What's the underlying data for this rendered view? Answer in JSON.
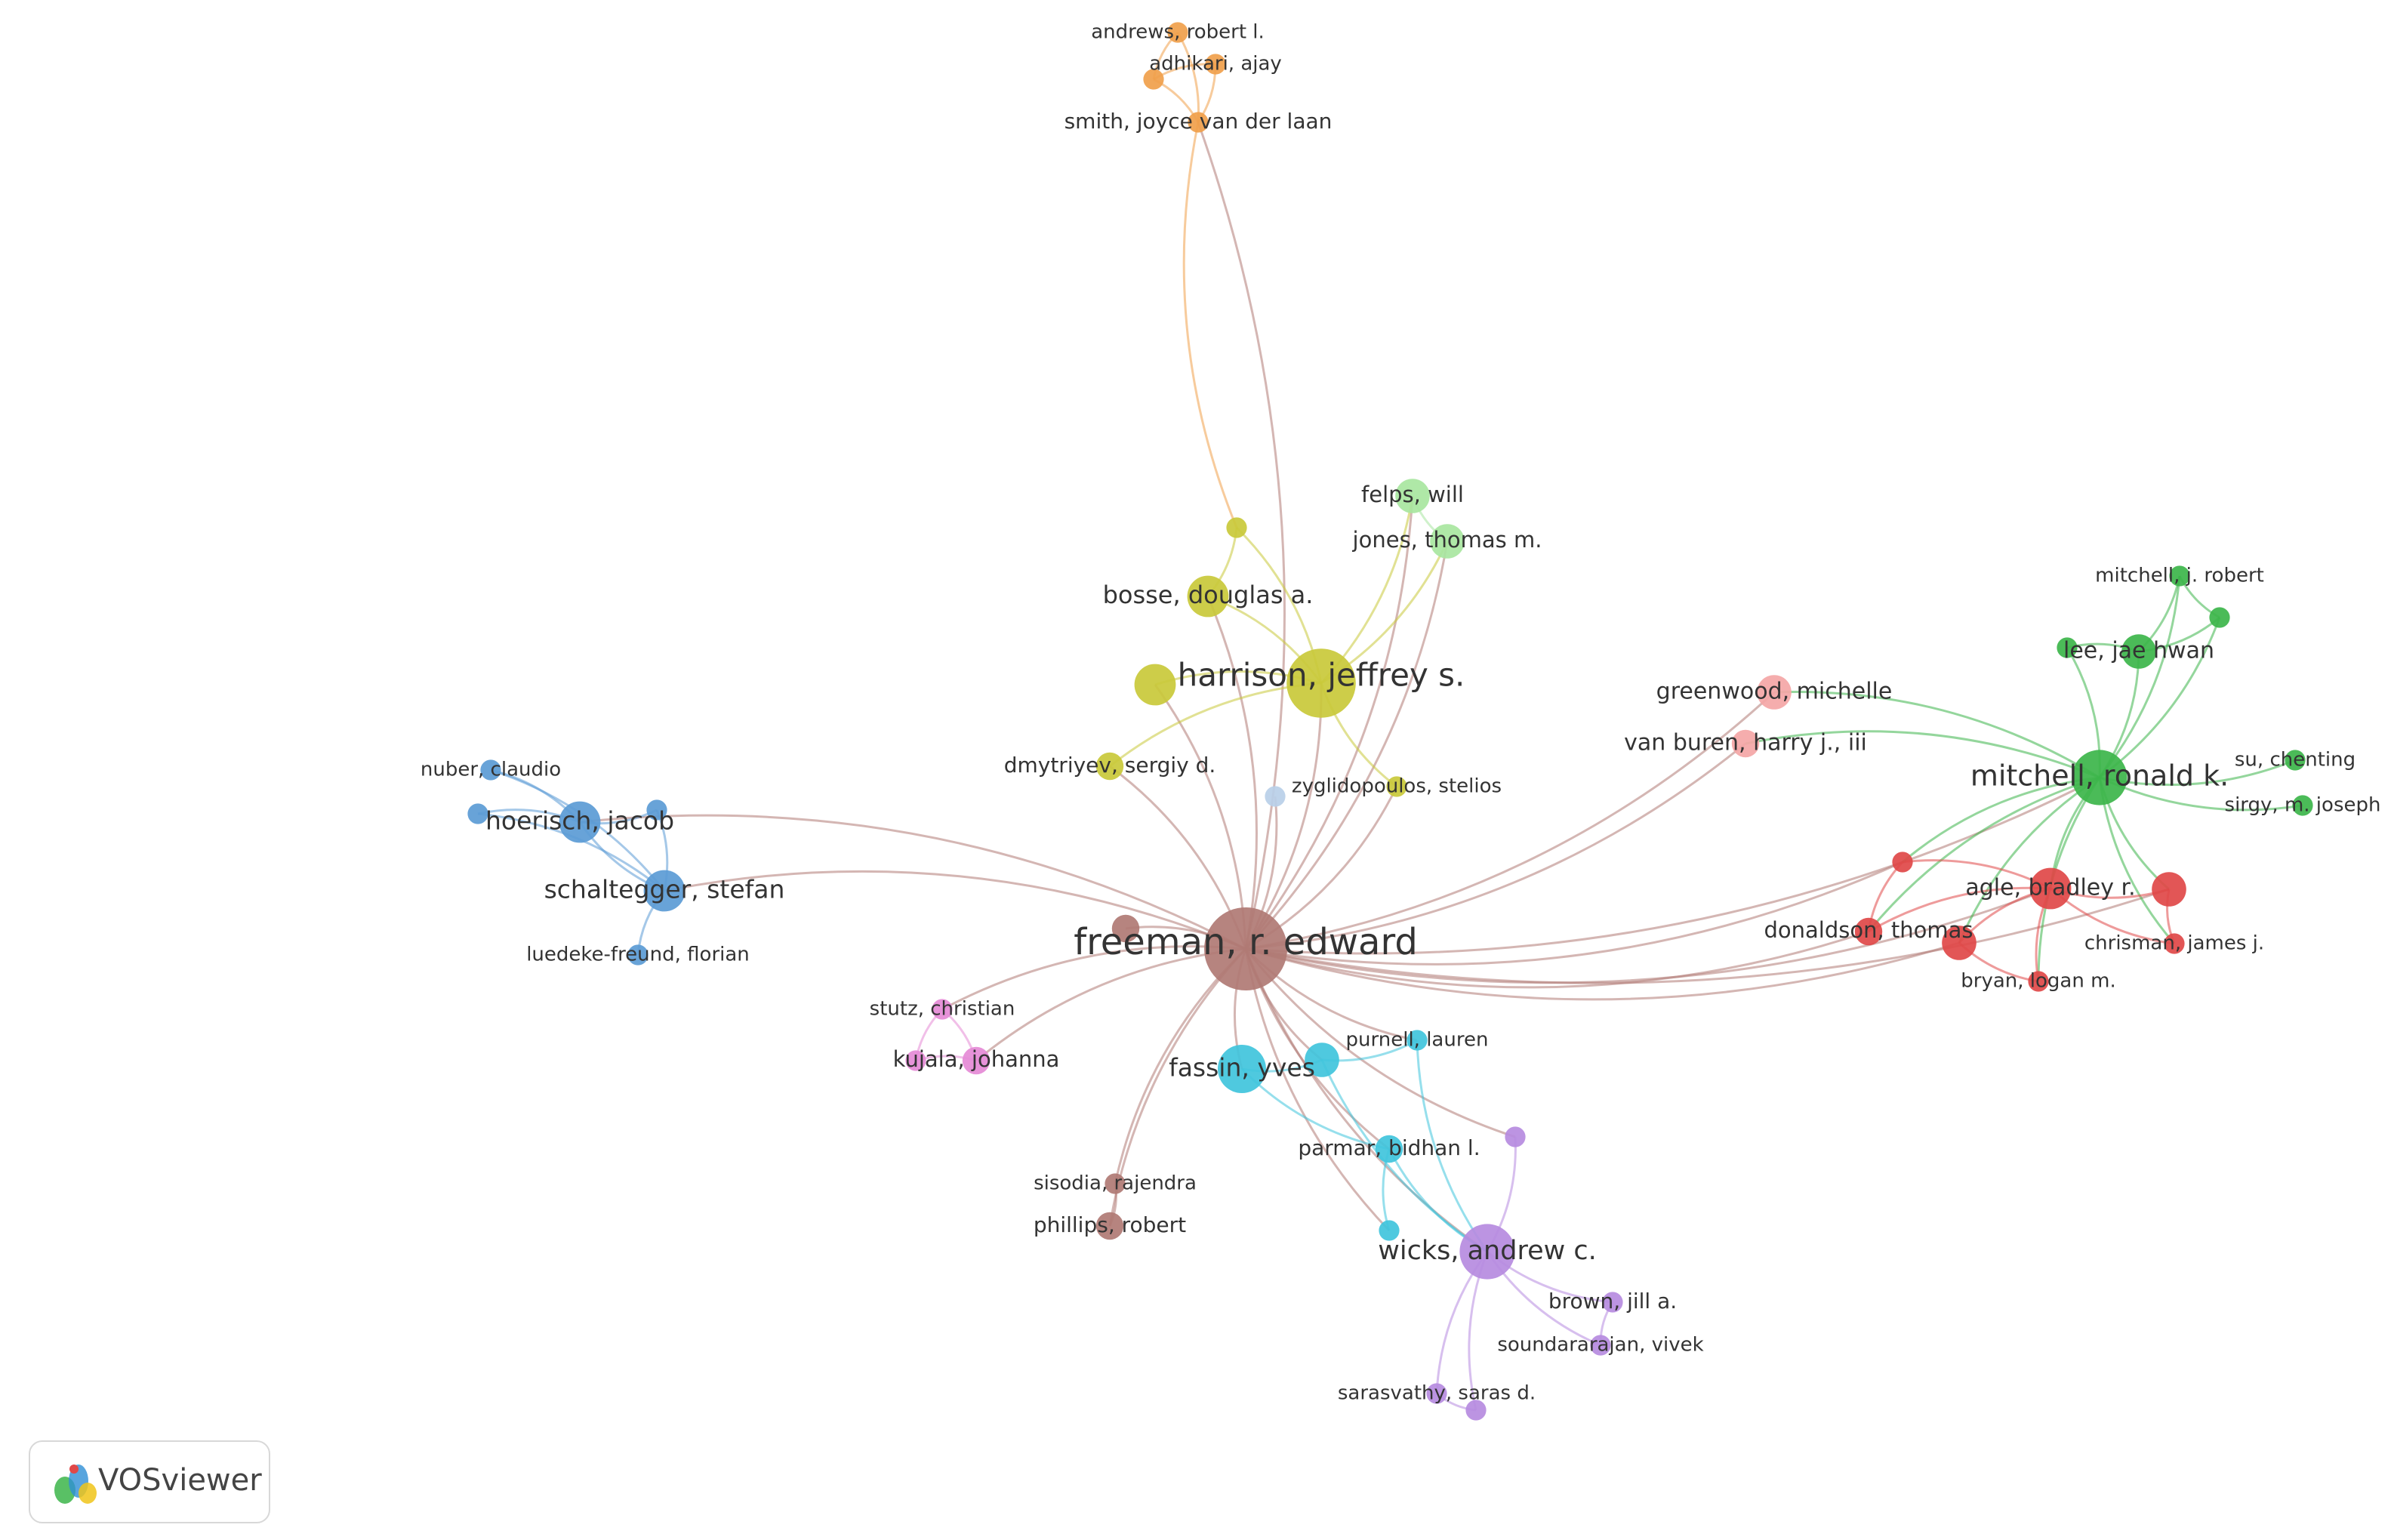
{
  "brand": {
    "name": "VOSviewer"
  },
  "palette": {
    "brown": "#b07a74",
    "yellow": "#c9c93a",
    "orange": "#f0a04b",
    "lightgreen": "#a8e6a0",
    "blue": "#5b9bd5",
    "green": "#3cb54a",
    "red": "#e04848",
    "pink": "#f4a6a6",
    "cyan": "#40c4dc",
    "purple": "#b68be0",
    "magenta": "#e58ad6",
    "lightblue": "#b9cfe8"
  },
  "network": {
    "clusters": [
      {
        "id": "c-brown",
        "color": "brown"
      },
      {
        "id": "c-yellow",
        "color": "yellow"
      },
      {
        "id": "c-orange",
        "color": "orange"
      },
      {
        "id": "c-lightgreen",
        "color": "lightgreen"
      },
      {
        "id": "c-blue",
        "color": "blue"
      },
      {
        "id": "c-green",
        "color": "green"
      },
      {
        "id": "c-red",
        "color": "red"
      },
      {
        "id": "c-pink",
        "color": "pink"
      },
      {
        "id": "c-cyan",
        "color": "cyan"
      },
      {
        "id": "c-purple",
        "color": "purple"
      },
      {
        "id": "c-magenta",
        "color": "magenta"
      },
      {
        "id": "c-lightblue",
        "color": "lightblue"
      }
    ],
    "nodes": [
      {
        "id": "freeman",
        "label": "freeman, r. edward",
        "color": "brown",
        "weight": 10
      },
      {
        "id": "brown-small",
        "label": "",
        "color": "brown",
        "weight": 2
      },
      {
        "id": "sisodia",
        "label": "sisodia, rajendra",
        "color": "brown",
        "weight": 1
      },
      {
        "id": "phillips",
        "label": "phillips, robert",
        "color": "brown",
        "weight": 2
      },
      {
        "id": "harrison",
        "label": "harrison, jeffrey s.",
        "color": "yellow",
        "weight": 8
      },
      {
        "id": "bosse",
        "label": "bosse, douglas a.",
        "color": "yellow",
        "weight": 4
      },
      {
        "id": "yellow-mid",
        "label": "",
        "color": "yellow",
        "weight": 4
      },
      {
        "id": "dmytriyev",
        "label": "dmytriyev, sergiy d.",
        "color": "yellow",
        "weight": 2
      },
      {
        "id": "yellow-top",
        "label": "",
        "color": "yellow",
        "weight": 1
      },
      {
        "id": "zyglidopoulos",
        "label": "zyglidopoulos, stelios",
        "color": "yellow",
        "weight": 1
      },
      {
        "id": "felps",
        "label": "felps, will",
        "color": "lightgreen",
        "weight": 3
      },
      {
        "id": "jones",
        "label": "jones, thomas m.",
        "color": "lightgreen",
        "weight": 3
      },
      {
        "id": "andrews",
        "label": "andrews, robert l.",
        "color": "orange",
        "weight": 1
      },
      {
        "id": "adhikari",
        "label": "adhikari, ajay",
        "color": "orange",
        "weight": 1
      },
      {
        "id": "orange-small",
        "label": "",
        "color": "orange",
        "weight": 1
      },
      {
        "id": "smith",
        "label": "smith, joyce van der laan",
        "color": "orange",
        "weight": 1
      },
      {
        "id": "nuber",
        "label": "nuber, claudio",
        "color": "blue",
        "weight": 1
      },
      {
        "id": "blue-a",
        "label": "",
        "color": "blue",
        "weight": 1
      },
      {
        "id": "blue-b",
        "label": "",
        "color": "blue",
        "weight": 1
      },
      {
        "id": "hoerisch",
        "label": "hoerisch, jacob",
        "color": "blue",
        "weight": 4
      },
      {
        "id": "schaltegger",
        "label": "schaltegger, stefan",
        "color": "blue",
        "weight": 4
      },
      {
        "id": "luedeke",
        "label": "luedeke-freund, florian",
        "color": "blue",
        "weight": 1
      },
      {
        "id": "mitchell-ronald",
        "label": "mitchell, ronald k.",
        "color": "green",
        "weight": 6
      },
      {
        "id": "lee",
        "label": "lee, jae hwan",
        "color": "green",
        "weight": 3
      },
      {
        "id": "green-left",
        "label": "",
        "color": "green",
        "weight": 1
      },
      {
        "id": "mitchell-robert",
        "label": "mitchell, j. robert",
        "color": "green",
        "weight": 1
      },
      {
        "id": "green-right",
        "label": "",
        "color": "green",
        "weight": 1
      },
      {
        "id": "su",
        "label": "su, chenting",
        "color": "green",
        "weight": 1
      },
      {
        "id": "sirgy",
        "label": "sirgy, m. joseph",
        "color": "green",
        "weight": 1
      },
      {
        "id": "greenwood",
        "label": "greenwood, michelle",
        "color": "pink",
        "weight": 3
      },
      {
        "id": "vanburen",
        "label": "van buren, harry j., iii",
        "color": "pink",
        "weight": 2
      },
      {
        "id": "agle",
        "label": "agle, bradley r.",
        "color": "red",
        "weight": 4
      },
      {
        "id": "red-top",
        "label": "",
        "color": "red",
        "weight": 1
      },
      {
        "id": "red-right",
        "label": "",
        "color": "red",
        "weight": 3
      },
      {
        "id": "donaldson",
        "label": "donaldson, thomas",
        "color": "red",
        "weight": 2
      },
      {
        "id": "red-mid",
        "label": "",
        "color": "red",
        "weight": 3
      },
      {
        "id": "chrisman",
        "label": "chrisman, james j.",
        "color": "red",
        "weight": 1
      },
      {
        "id": "bryan",
        "label": "bryan, logan m.",
        "color": "red",
        "weight": 1
      },
      {
        "id": "fassin",
        "label": "fassin, yves",
        "color": "cyan",
        "weight": 5
      },
      {
        "id": "cyan-right",
        "label": "",
        "color": "cyan",
        "weight": 3
      },
      {
        "id": "purnell",
        "label": "purnell, lauren",
        "color": "cyan",
        "weight": 1
      },
      {
        "id": "parmar",
        "label": "parmar, bidhan l.",
        "color": "cyan",
        "weight": 2
      },
      {
        "id": "cyan-low",
        "label": "",
        "color": "cyan",
        "weight": 1
      },
      {
        "id": "wicks",
        "label": "wicks, andrew c.",
        "color": "purple",
        "weight": 6
      },
      {
        "id": "purple-top",
        "label": "",
        "color": "purple",
        "weight": 1
      },
      {
        "id": "brown-jill",
        "label": "brown, jill a.",
        "color": "purple",
        "weight": 1
      },
      {
        "id": "soundararajan",
        "label": "soundararajan, vivek",
        "color": "purple",
        "weight": 1
      },
      {
        "id": "sarasvathy",
        "label": "sarasvathy, saras d.",
        "color": "purple",
        "weight": 1
      },
      {
        "id": "purple-low",
        "label": "",
        "color": "purple",
        "weight": 1
      },
      {
        "id": "stutz",
        "label": "stutz, christian",
        "color": "magenta",
        "weight": 1
      },
      {
        "id": "kujala",
        "label": "kujala, johanna",
        "color": "magenta",
        "weight": 2
      },
      {
        "id": "magenta-small",
        "label": "",
        "color": "magenta",
        "weight": 1
      },
      {
        "id": "lightblue-node",
        "label": "",
        "color": "lightblue",
        "weight": 1
      }
    ],
    "edges": [
      [
        "freeman",
        "harrison"
      ],
      [
        "freeman",
        "bosse"
      ],
      [
        "freeman",
        "yellow-mid"
      ],
      [
        "freeman",
        "dmytriyev"
      ],
      [
        "freeman",
        "zyglidopoulos"
      ],
      [
        "freeman",
        "felps"
      ],
      [
        "freeman",
        "jones"
      ],
      [
        "freeman",
        "smith"
      ],
      [
        "freeman",
        "hoerisch"
      ],
      [
        "freeman",
        "schaltegger"
      ],
      [
        "freeman",
        "mitchell-ronald"
      ],
      [
        "freeman",
        "agle"
      ],
      [
        "freeman",
        "donaldson"
      ],
      [
        "freeman",
        "red-mid"
      ],
      [
        "freeman",
        "greenwood"
      ],
      [
        "freeman",
        "vanburen"
      ],
      [
        "freeman",
        "fassin"
      ],
      [
        "freeman",
        "cyan-right"
      ],
      [
        "freeman",
        "purnell"
      ],
      [
        "freeman",
        "parmar"
      ],
      [
        "freeman",
        "wicks"
      ],
      [
        "freeman",
        "kujala"
      ],
      [
        "freeman",
        "stutz"
      ],
      [
        "freeman",
        "phillips"
      ],
      [
        "freeman",
        "sisodia"
      ],
      [
        "freeman",
        "brown-small"
      ],
      [
        "freeman",
        "lightblue-node"
      ],
      [
        "freeman",
        "red-top"
      ],
      [
        "freeman",
        "red-right"
      ],
      [
        "freeman",
        "cyan-low"
      ],
      [
        "freeman",
        "purple-top"
      ],
      [
        "harrison",
        "bosse"
      ],
      [
        "harrison",
        "yellow-mid"
      ],
      [
        "harrison",
        "felps"
      ],
      [
        "harrison",
        "jones"
      ],
      [
        "harrison",
        "yellow-top"
      ],
      [
        "harrison",
        "zyglidopoulos"
      ],
      [
        "harrison",
        "dmytriyev"
      ],
      [
        "smith",
        "andrews"
      ],
      [
        "smith",
        "adhikari"
      ],
      [
        "smith",
        "orange-small"
      ],
      [
        "adhikari",
        "orange-small"
      ],
      [
        "andrews",
        "orange-small"
      ],
      [
        "smith",
        "yellow-top"
      ],
      [
        "hoerisch",
        "schaltegger"
      ],
      [
        "hoerisch",
        "nuber"
      ],
      [
        "hoerisch",
        "blue-a"
      ],
      [
        "hoerisch",
        "blue-b"
      ],
      [
        "schaltegger",
        "nuber"
      ],
      [
        "schaltegger",
        "blue-b"
      ],
      [
        "schaltegger",
        "luedeke"
      ],
      [
        "schaltegger",
        "blue-a"
      ],
      [
        "mitchell-ronald",
        "lee"
      ],
      [
        "mitchell-ronald",
        "green-left"
      ],
      [
        "mitchell-ronald",
        "mitchell-robert"
      ],
      [
        "mitchell-ronald",
        "green-right"
      ],
      [
        "mitchell-ronald",
        "su"
      ],
      [
        "mitchell-ronald",
        "sirgy"
      ],
      [
        "lee",
        "mitchell-robert"
      ],
      [
        "lee",
        "green-right"
      ],
      [
        "lee",
        "green-left"
      ],
      [
        "mitchell-robert",
        "green-right"
      ],
      [
        "mitchell-ronald",
        "agle"
      ],
      [
        "mitchell-ronald",
        "red-mid"
      ],
      [
        "mitchell-ronald",
        "donaldson"
      ],
      [
        "mitchell-ronald",
        "greenwood"
      ],
      [
        "mitchell-ronald",
        "vanburen"
      ],
      [
        "mitchell-ronald",
        "bryan"
      ],
      [
        "mitchell-ronald",
        "chrisman"
      ],
      [
        "mitchell-ronald",
        "red-top"
      ],
      [
        "mitchell-ronald",
        "red-right"
      ],
      [
        "agle",
        "red-top"
      ],
      [
        "agle",
        "red-right"
      ],
      [
        "agle",
        "donaldson"
      ],
      [
        "agle",
        "red-mid"
      ],
      [
        "agle",
        "chrisman"
      ],
      [
        "agle",
        "bryan"
      ],
      [
        "red-mid",
        "bryan"
      ],
      [
        "red-right",
        "chrisman"
      ],
      [
        "red-top",
        "donaldson"
      ],
      [
        "fassin",
        "cyan-right"
      ],
      [
        "fassin",
        "parmar"
      ],
      [
        "cyan-right",
        "purnell"
      ],
      [
        "parmar",
        "wicks"
      ],
      [
        "parmar",
        "cyan-low"
      ],
      [
        "purnell",
        "wicks"
      ],
      [
        "cyan-right",
        "wicks"
      ],
      [
        "wicks",
        "purple-top"
      ],
      [
        "wicks",
        "brown-jill"
      ],
      [
        "wicks",
        "soundararajan"
      ],
      [
        "wicks",
        "sarasvathy"
      ],
      [
        "wicks",
        "purple-low"
      ],
      [
        "brown-jill",
        "soundararajan"
      ],
      [
        "sarasvathy",
        "purple-low"
      ],
      [
        "kujala",
        "stutz"
      ],
      [
        "kujala",
        "magenta-small"
      ],
      [
        "stutz",
        "magenta-small"
      ],
      [
        "phillips",
        "sisodia"
      ],
      [
        "bosse",
        "yellow-top"
      ],
      [
        "felps",
        "jones"
      ]
    ]
  }
}
